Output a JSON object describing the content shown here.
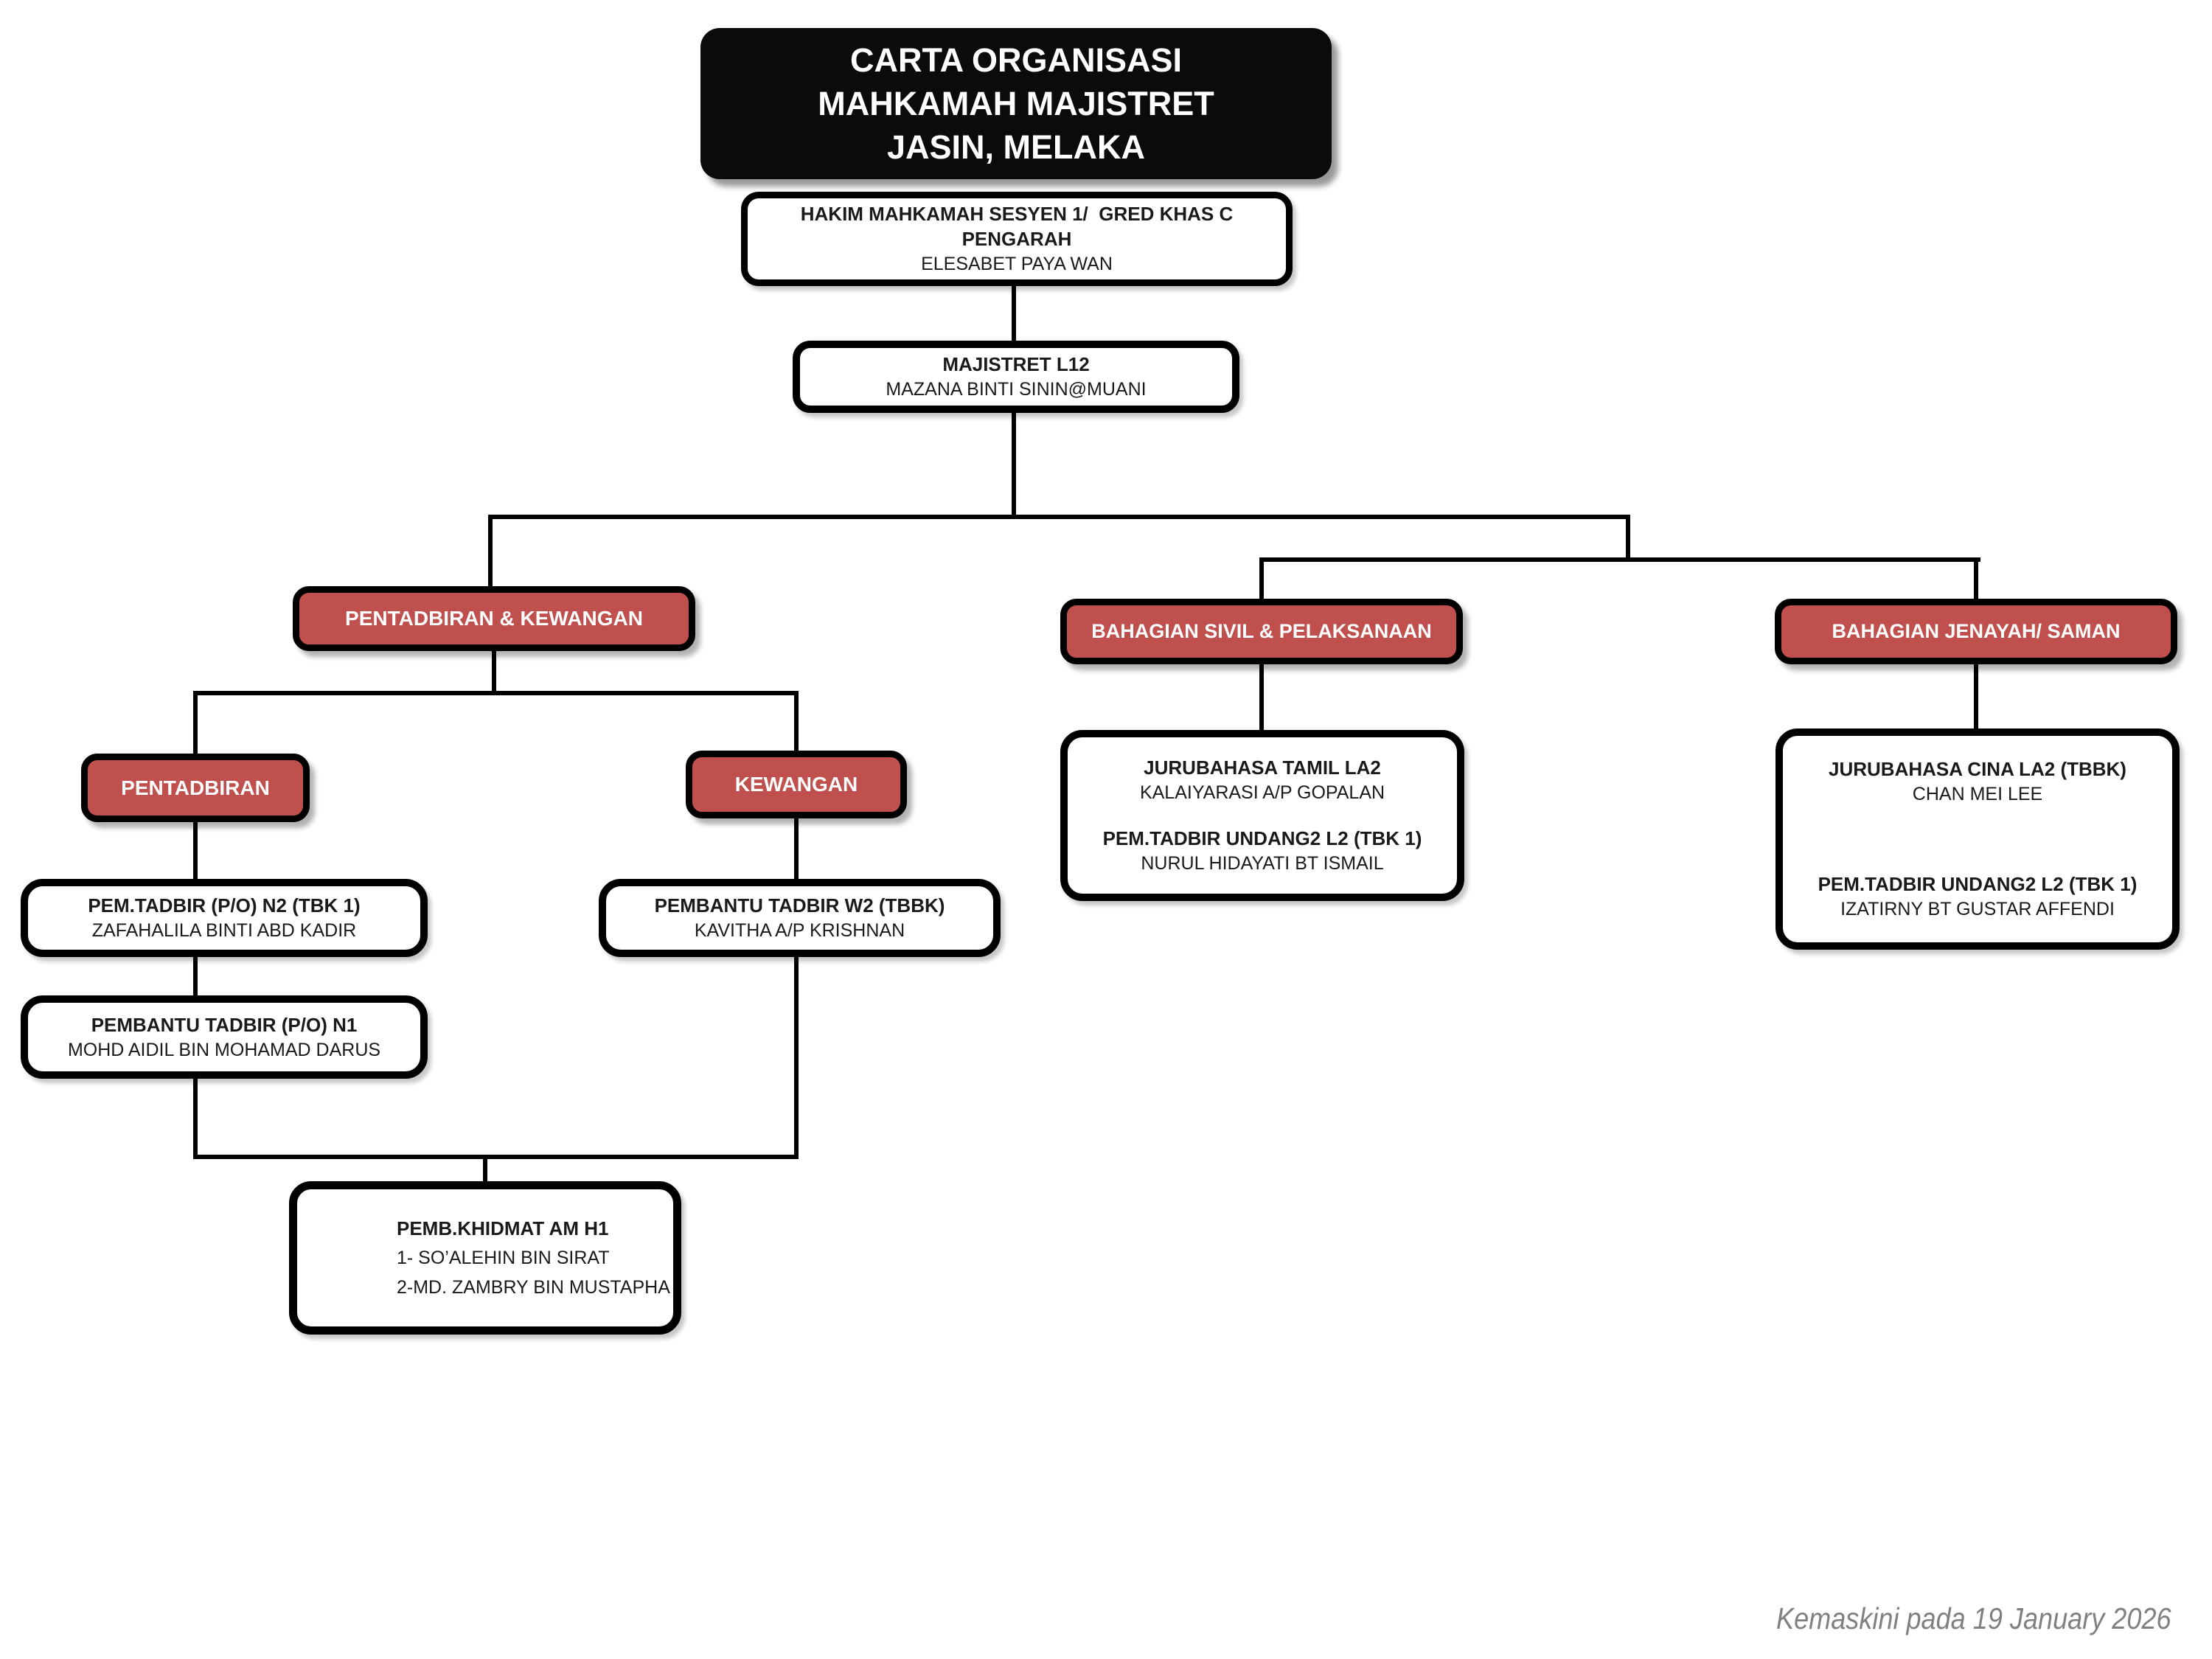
{
  "title": {
    "lines": [
      "CARTA ORGANISASI",
      "MAHKAMAH MAJISTRET",
      "JASIN, MELAKA"
    ]
  },
  "nodes": {
    "hakim": {
      "title_line1": "HAKIM MAHKAMAH SESYEN 1/  GRED KHAS C",
      "title_line2": "PENGARAH",
      "name": "ELESABET PAYA WAN"
    },
    "majistret": {
      "title": "MAJISTRET L12",
      "name": "MAZANA BINTI SININ@MUANI"
    },
    "pentadbiran_kewangan": {
      "label": "PENTADBIRAN & KEWANGAN"
    },
    "bahagian_sivil": {
      "label": "BAHAGIAN SIVIL & PELAKSANAAN"
    },
    "bahagian_jenayah": {
      "label": "BAHAGIAN JENAYAH/ SAMAN"
    },
    "pentadbiran": {
      "label": "PENTADBIRAN"
    },
    "kewangan": {
      "label": "KEWANGAN"
    },
    "pem_tadbir_n2": {
      "title": "PEM.TADBIR (P/O) N2 (TBK 1)",
      "name": "ZAFAHALILA BINTI ABD KADIR"
    },
    "pembantu_tadbir_w2": {
      "title": "PEMBANTU TADBIR W2 (TBBK)",
      "name": "KAVITHA A/P KRISHNAN"
    },
    "pembantu_tadbir_n1": {
      "title": "PEMBANTU TADBIR (P/O) N1",
      "name": "MOHD AIDIL BIN MOHAMAD DARUS"
    },
    "pemb_khidmat": {
      "title": "PEMB.KHIDMAT AM H1",
      "members": [
        "1- SO’ALEHIN BIN SIRAT",
        "2-MD. ZAMBRY BIN MUSTAPHA"
      ]
    },
    "jurubahasa_tamil": {
      "title": "JURUBAHASA TAMIL LA2",
      "name": "KALAIYARASI A/P GOPALAN",
      "title2": "PEM.TADBIR UNDANG2 L2 (TBK 1)",
      "name2": "NURUL HIDAYATI BT ISMAIL"
    },
    "jurubahasa_cina": {
      "title": "JURUBAHASA CINA LA2 (TBBK)",
      "name": "CHAN MEI LEE",
      "title2": "PEM.TADBIR UNDANG2 L2 (TBK 1)",
      "name2": "IZATIRNY BT GUSTAR AFFENDI"
    }
  },
  "footer": {
    "updated": "Kemaskini pada 19 January 2026"
  },
  "colors": {
    "branch_red": "#C0504D",
    "box_border": "#000000",
    "title_bg": "#0B0B0B",
    "footer_gray": "#808080"
  }
}
